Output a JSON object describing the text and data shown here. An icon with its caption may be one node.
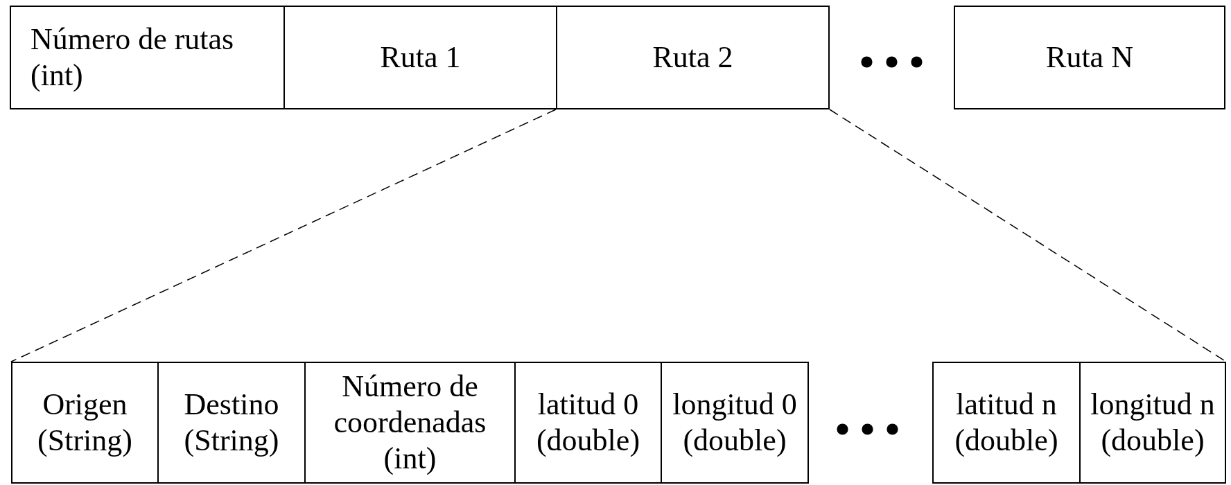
{
  "diagram": {
    "nodes": [
      {
        "text": [
          "Número de rutas (int)"
        ]
      },
      {
        "text": [
          "Ruta 1"
        ]
      },
      {
        "text": [
          "Ruta 2"
        ]
      },
      {
        "text": [
          "Ruta N"
        ]
      },
      {
        "text": [
          "Origen (String)"
        ]
      },
      {
        "text": [
          "Destino (String)"
        ]
      },
      {
        "text": [
          "Número de coordenadas (int)"
        ]
      },
      {
        "text": [
          "latitud 0 (double)"
        ]
      },
      {
        "text": [
          "longitud 0 (double)"
        ]
      },
      {
        "text": [
          "latitud n (double)"
        ]
      },
      {
        "text": [
          "longitud n (double)"
        ]
      }
    ],
    "edges": [
      {
        "from": 2,
        "to": 4,
        "arrow": "none",
        "style": "dashed"
      },
      {
        "from": 2,
        "to": 10,
        "arrow": "none",
        "style": "dashed"
      }
    ],
    "labels": [
      "• • •",
      "• • •"
    ]
  }
}
